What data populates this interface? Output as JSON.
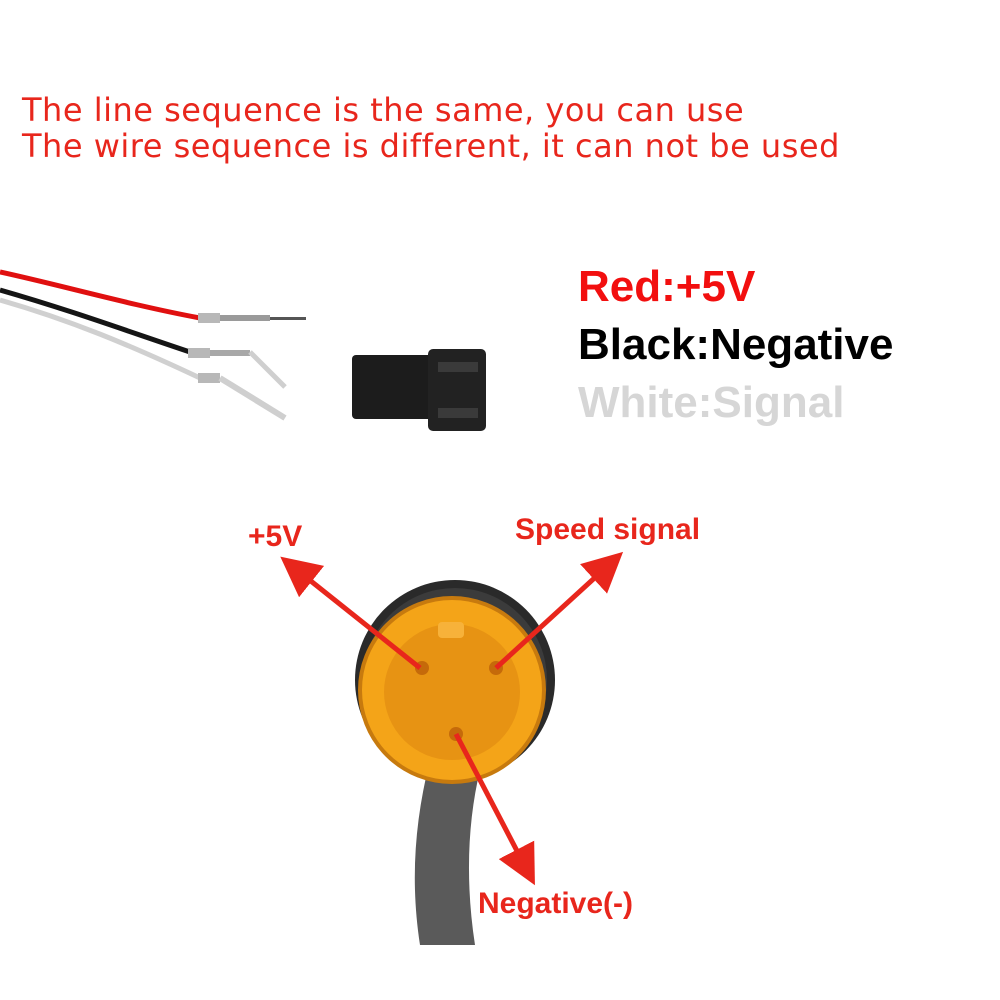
{
  "notes": {
    "line1": "The line sequence is the same, you can use",
    "line2": "The wire sequence is different, it can not be used"
  },
  "legend": {
    "red": "Red:+5V",
    "black": "Black:Negative",
    "white": "White:Signal"
  },
  "callouts": {
    "plus5v": "+5V",
    "speed_signal": "Speed signal",
    "negative": "Negative(-)"
  },
  "colors": {
    "note_text": "#e8261c",
    "wire_red": "#e01010",
    "wire_black": "#111111",
    "wire_white": "#cfcfcf",
    "arrow": "#e8261c",
    "connector_orange": "#f6a51c"
  }
}
